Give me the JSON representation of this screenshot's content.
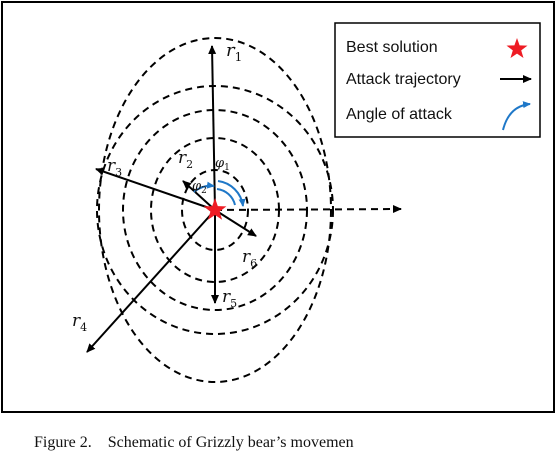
{
  "legend": {
    "best_solution": "Best solution",
    "attack_trajectory": "Attack trajectory",
    "angle_of_attack": "Angle of attack"
  },
  "labels": {
    "r1": "r",
    "r1_sub": "1",
    "r2": "r",
    "r2_sub": "2",
    "r3": "r",
    "r3_sub": "3",
    "r4": "r",
    "r4_sub": "4",
    "r5": "r",
    "r5_sub": "5",
    "r6": "r",
    "r6_sub": "6",
    "phi1": "φ",
    "phi1_sub": "1",
    "phi2": "φ",
    "phi2_sub": "2"
  },
  "caption": "Figure 2.    Schematic of Grizzly bear’s movemen",
  "colors": {
    "star": "#ee1c24",
    "angle_arc": "#1f78c8",
    "line": "#000000"
  }
}
